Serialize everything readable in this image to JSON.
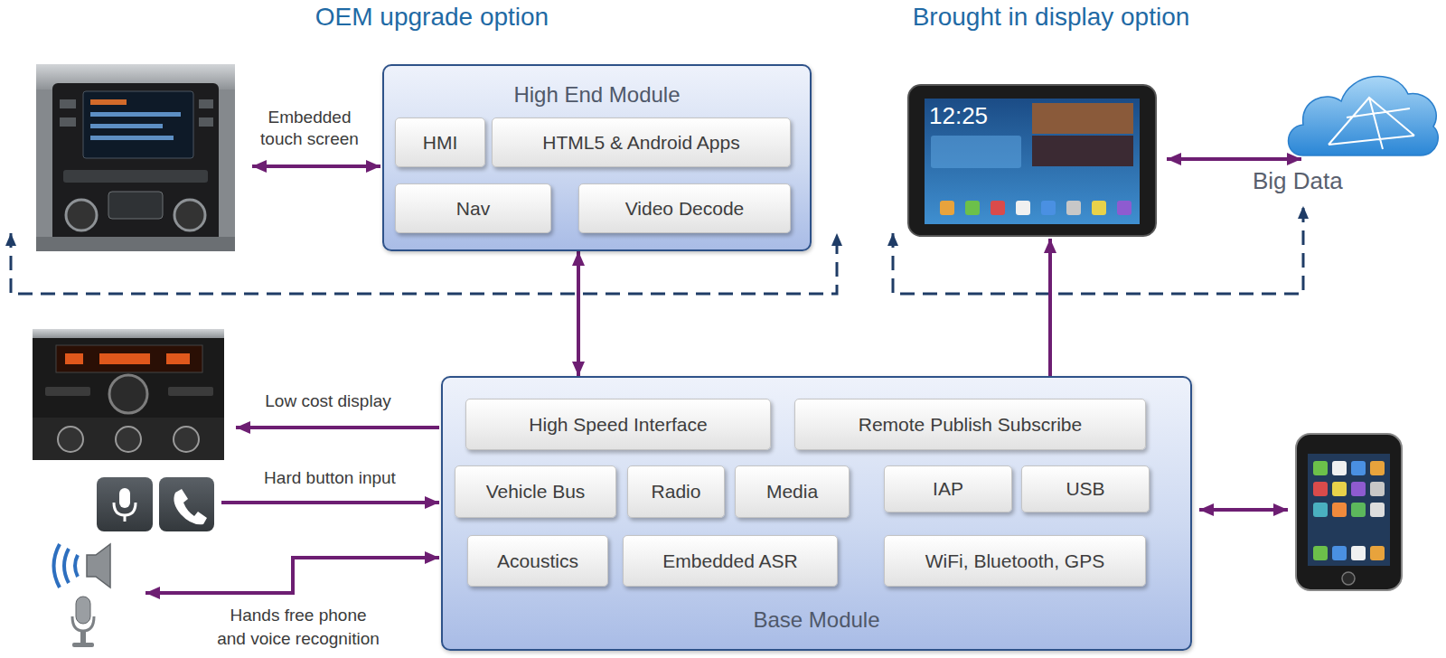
{
  "diagram": {
    "nodes": [
      {
        "text": [
          "High End Module"
        ]
      },
      {
        "text": [
          "HMI"
        ],
        "in": 0
      },
      {
        "text": [
          "HTML5 & Android Apps"
        ],
        "in": 0
      },
      {
        "text": [
          "Nav"
        ],
        "in": 0
      },
      {
        "text": [
          "Video Decode"
        ],
        "in": 0
      },
      {
        "text": [
          "Base Module"
        ]
      },
      {
        "text": [
          "High Speed Interface"
        ],
        "in": 5
      },
      {
        "text": [
          "Remote Publish Subscribe"
        ],
        "in": 5
      },
      {
        "text": [
          "Vehicle Bus"
        ],
        "in": 5
      },
      {
        "text": [
          "Radio"
        ],
        "in": 5
      },
      {
        "text": [
          "Media"
        ],
        "in": 5
      },
      {
        "text": [
          "IAP"
        ],
        "in": 5
      },
      {
        "text": [
          "USB"
        ],
        "in": 5
      },
      {
        "text": [
          "Acoustics"
        ],
        "in": 5
      },
      {
        "text": [
          "Embedded ASR"
        ],
        "in": 5
      },
      {
        "text": [
          "WiFi, Bluetooth, GPS"
        ],
        "in": 5
      }
    ],
    "edges": [
      {
        "from": 0,
        "to": 5,
        "arrow": "both"
      }
    ],
    "labels": [
      "OEM upgrade option",
      "Brought in display option",
      "Embedded touch screen",
      "12:25",
      "Big Data",
      "Low cost display",
      "Hard button input",
      "Hands free phone and voice recognition"
    ]
  }
}
